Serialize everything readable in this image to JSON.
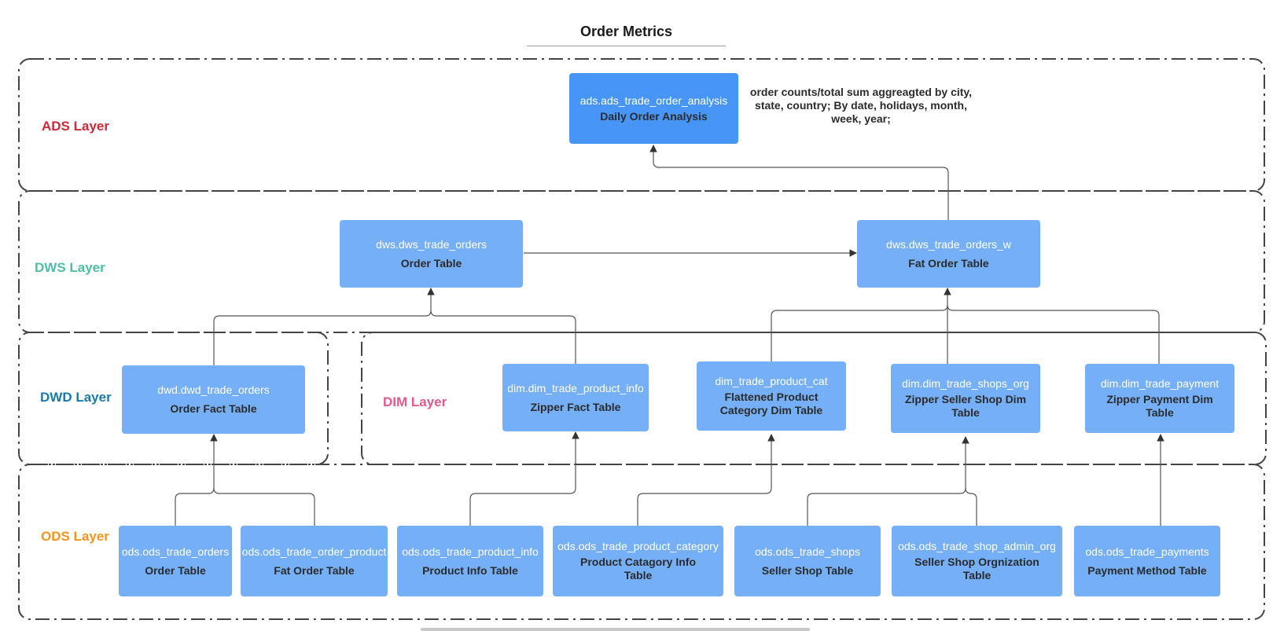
{
  "title": "Order Metrics",
  "note": "order counts/total sum aggreagted by city, state, country; By date, holidays, month, week, year;",
  "layers": {
    "ads": {
      "label": "ADS Layer",
      "color": "#cc2a36"
    },
    "dws": {
      "label": "DWS Layer",
      "color": "#4cbfa6"
    },
    "dwd": {
      "label": "DWD Layer",
      "color": "#1a7aa8"
    },
    "dim": {
      "label": "DIM Layer",
      "color": "#e35a8c"
    },
    "ods": {
      "label": "ODS Layer",
      "color": "#f7941d"
    }
  },
  "nodes": {
    "ads_order_analysis": {
      "table": "ads.ads_trade_order_analysis",
      "desc": "Daily Order Analysis"
    },
    "dws_orders": {
      "table": "dws.dws_trade_orders",
      "desc": "Order Table"
    },
    "dws_orders_w": {
      "table": "dws.dws_trade_orders_w",
      "desc": "Fat Order Table"
    },
    "dwd_orders": {
      "table": "dwd.dwd_trade_orders",
      "desc": "Order Fact Table"
    },
    "dim_product_info": {
      "table": "dim.dim_trade_product_info",
      "desc": "Zipper Fact Table"
    },
    "dim_product_cat": {
      "table": "dim_trade_product_cat",
      "desc": "Flattened Product Category Dim Table"
    },
    "dim_shops_org": {
      "table": "dim.dim_trade_shops_org",
      "desc": "Zipper Seller Shop Dim Table"
    },
    "dim_payment": {
      "table": "dim.dim_trade_payment",
      "desc": "Zipper Payment Dim Table"
    },
    "ods_orders": {
      "table": "ods.ods_trade_orders",
      "desc": "Order Table"
    },
    "ods_order_product": {
      "table": "ods.ods_trade_order_product",
      "desc": "Fat Order Table"
    },
    "ods_product_info": {
      "table": "ods.ods_trade_product_info",
      "desc": "Product Info Table"
    },
    "ods_product_category": {
      "table": "ods.ods_trade_product_category",
      "desc": "Product Catagory Info Table"
    },
    "ods_shops": {
      "table": "ods.ods_trade_shops",
      "desc": "Seller Shop Table"
    },
    "ods_shop_admin_org": {
      "table": "ods.ods_trade_shop_admin_org",
      "desc": "Seller Shop Orgnization Table"
    },
    "ods_payments": {
      "table": "ods.ods_trade_payments",
      "desc": "Payment Method Table"
    }
  },
  "colors": {
    "node_light": "#75aff8",
    "node_dark": "#4795f6",
    "connector": "#555555",
    "border": "#444444"
  }
}
